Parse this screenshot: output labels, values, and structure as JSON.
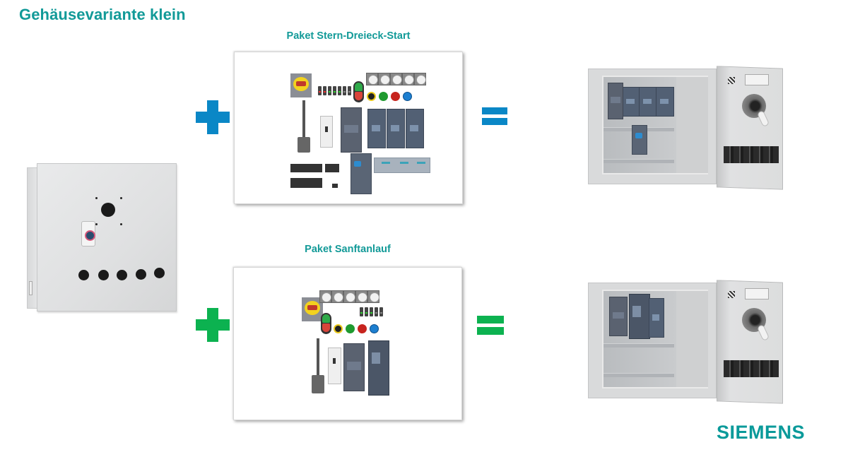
{
  "title": "Gehäusevariante klein",
  "packages": [
    {
      "label": "Paket Stern-Dreieck-Start",
      "operator": "plus",
      "result_operator": "equals",
      "accent_color": "#0a87c6"
    },
    {
      "label": "Paket Sanftanlauf",
      "operator": "plus",
      "result_operator": "equals",
      "accent_color": "#0cb250"
    }
  ],
  "images": {
    "base_enclosure": "empty-enclosure-image",
    "package_1_parts": "star-delta-components-image",
    "package_2_parts": "soft-start-components-image",
    "result_1": "assembled-star-delta-enclosure-image",
    "result_2": "assembled-soft-start-enclosure-image"
  },
  "brand": {
    "logo_text": "SIEMENS",
    "color": "#0a9a9a"
  },
  "title_color": "#129a98"
}
